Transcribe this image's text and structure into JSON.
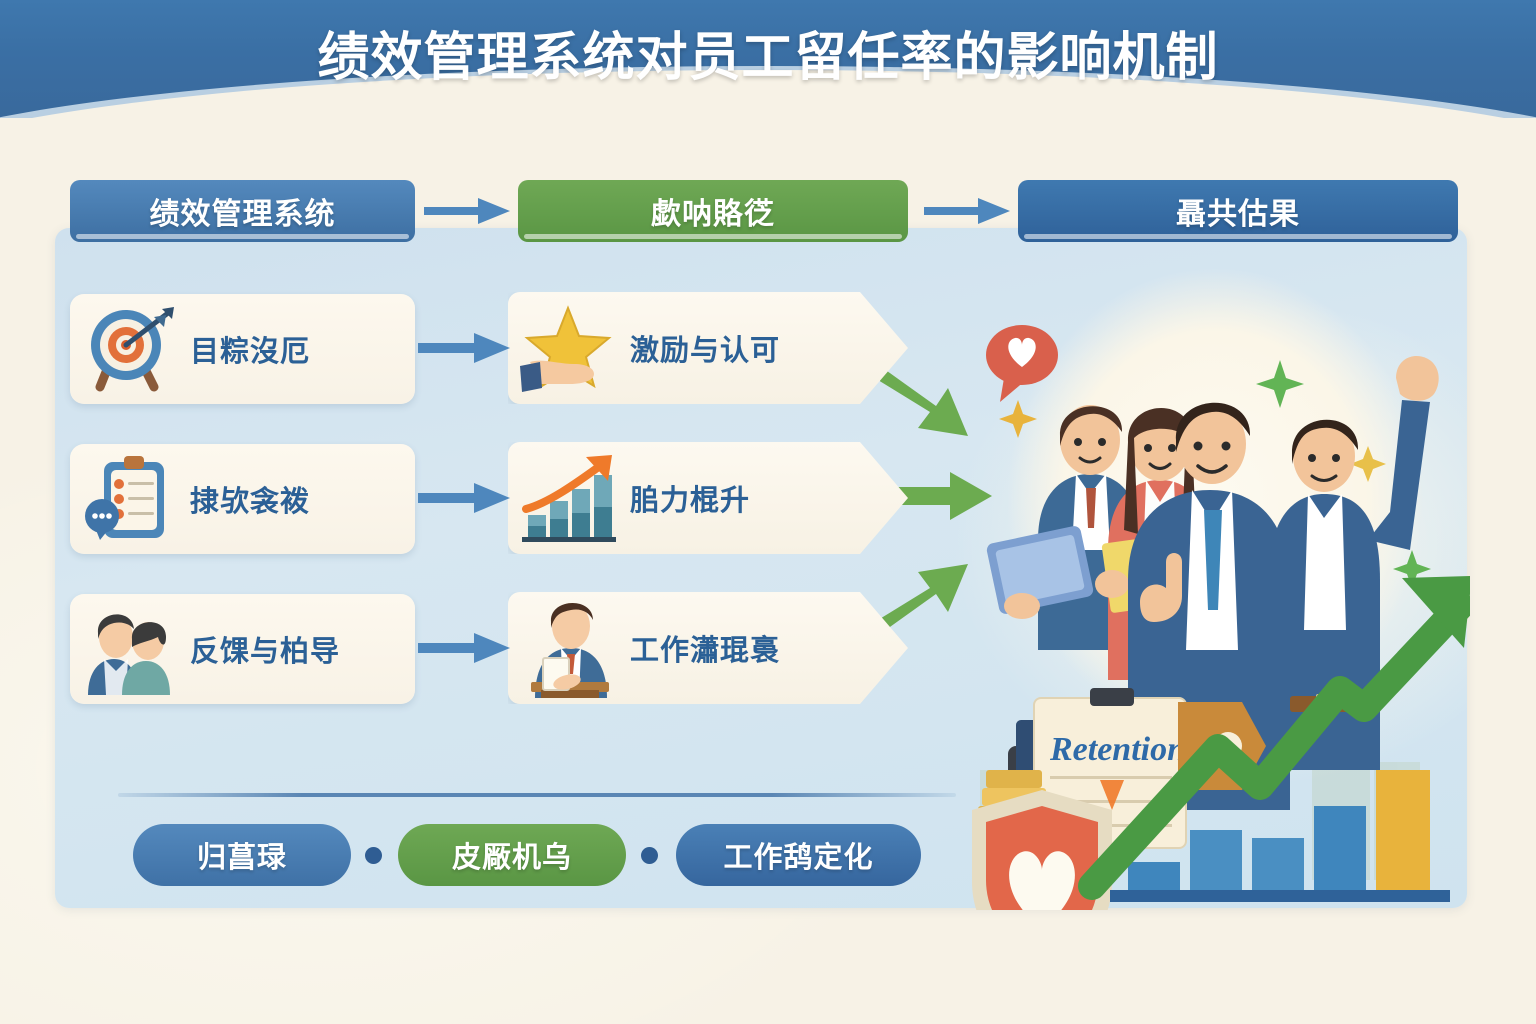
{
  "header": {
    "title": "绩效管理系统对员工留任率的影响机制",
    "band_color": "#3a6fa4"
  },
  "columns": {
    "headers": [
      {
        "label": "绩效管理系统",
        "color": "#3d6fa2",
        "name": "performance-management-system"
      },
      {
        "label": "歔呐賂徔",
        "color": "#5a9644",
        "name": "influence-path"
      },
      {
        "label": "聶共估果",
        "color": "#2f6199",
        "name": "final-outcome"
      }
    ],
    "head_arrows": [
      {
        "name": "header-arrow-1",
        "color": "#4e87bd"
      },
      {
        "name": "header-arrow-2",
        "color": "#4e87bd"
      }
    ]
  },
  "left_items": [
    {
      "label": "目粽沒厄",
      "icon": "target-bullseye-icon"
    },
    {
      "label": "捸欤衾袯",
      "icon": "clipboard-checklist-icon"
    },
    {
      "label": "反馃与柏导",
      "icon": "two-people-icon"
    }
  ],
  "middle_items": [
    {
      "label": "激励与认可",
      "icon": "hand-holding-star-icon"
    },
    {
      "label": "䏨力棍升",
      "icon": "growth-bar-chart-icon"
    },
    {
      "label": "工作瀟琨裛",
      "icon": "presenter-podium-icon"
    }
  ],
  "row_arrows": [
    {
      "name": "row-arrow-1",
      "color": "#4e87bd"
    },
    {
      "name": "row-arrow-2",
      "color": "#4e87bd"
    },
    {
      "name": "row-arrow-3",
      "color": "#4e87bd"
    }
  ],
  "converge_arrows": [
    {
      "name": "converge-arrow-1",
      "color": "#6cab50"
    },
    {
      "name": "converge-arrow-2",
      "color": "#6cab50"
    },
    {
      "name": "converge-arrow-3",
      "color": "#6cab50"
    }
  ],
  "bottom_pills": [
    {
      "label": "归菖琭",
      "color": "#3f71a6"
    },
    {
      "label": "皮厰机乌",
      "color": "#5a9644"
    },
    {
      "label": "工作鸹定化",
      "color": "#36669e"
    }
  ],
  "illustration": {
    "clipboard_text": "Retention",
    "people_count": 4,
    "elements": [
      "happy-team-illustration",
      "heart-speech-bubble-icon",
      "thumbs-up-icon",
      "raised-fist-icon",
      "tablet-icon",
      "retention-clipboard-icon",
      "shield-heart-icon",
      "green-growth-arrow-icon",
      "bar-chart-icon",
      "sparkle-icon"
    ],
    "bar_values": [
      28,
      52,
      60,
      78,
      100
    ],
    "bar_colors": [
      "#4a8fc2",
      "#4a8fc2",
      "#4a8fc2",
      "#3f86bd",
      "#e8b33c"
    ]
  },
  "palette": {
    "cream": "#f7f2e6",
    "panel_blue": "#cfe1ee",
    "brand_blue": "#3d6fa2",
    "brand_green": "#5a9644",
    "label_blue": "#2b6096",
    "accent_orange": "#e8713a"
  }
}
